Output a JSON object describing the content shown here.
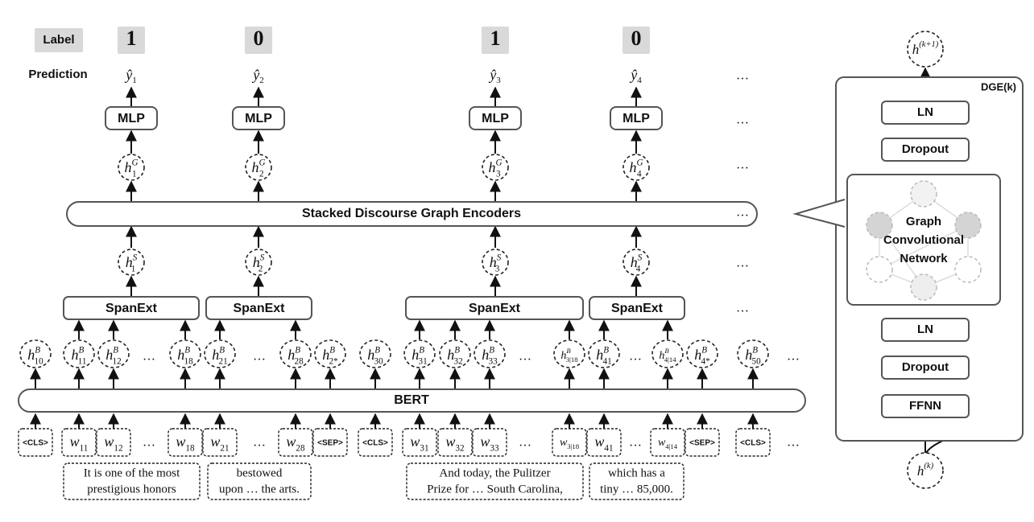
{
  "header": {
    "label_title": "Label",
    "labels": [
      "1",
      "0",
      "1",
      "0"
    ],
    "prediction_title": "Prediction",
    "predictions": [
      "ŷ1",
      "ŷ2",
      "ŷ3",
      "ŷ4"
    ]
  },
  "mlp_label": "MLP",
  "graph_node_labels": [
    "h1G",
    "h2G",
    "h3G",
    "h4G"
  ],
  "sdge_label": "Stacked Discourse Graph Encoders",
  "span_node_labels": [
    "h1S",
    "h2S",
    "h3S",
    "h4S"
  ],
  "spanext_label": "SpanExt",
  "bert_label": "BERT",
  "ellipsis": "…",
  "bert_states": [
    "h10B",
    "h11B",
    "h12B",
    "h18B",
    "h21B",
    "h28B",
    "h2*B",
    "h30B",
    "h31B",
    "h32B",
    "h33B",
    "h3|18B",
    "h41B",
    "h4|14B",
    "h4*B",
    "h50B"
  ],
  "tokens": [
    "<CLS>",
    "w11",
    "w12",
    "w18",
    "w21",
    "w28",
    "<SEP>",
    "<CLS>",
    "w31",
    "w32",
    "w33",
    "w3|18",
    "w41",
    "w4|14",
    "<SEP>",
    "<CLS>"
  ],
  "edus": [
    {
      "line1": "It is one of the most",
      "line2": "prestigious honors"
    },
    {
      "line1": "bestowed",
      "line2": "upon … the arts."
    },
    {
      "line1": "And today, the Pulitzer",
      "line2": "Prize for … South Carolina,"
    },
    {
      "line1": "which has a",
      "line2": "tiny … 85,000."
    }
  ],
  "dge": {
    "title": "DGE(k)",
    "top_node": "h(k+1)",
    "bottom_node": "h(k)",
    "ln_top": "LN",
    "dropout_top": "Dropout",
    "gcn_label": [
      "Graph",
      "Convolutional",
      "Network"
    ],
    "ln_bottom": "LN",
    "dropout_bottom": "Dropout",
    "ffnn": "FFNN"
  }
}
